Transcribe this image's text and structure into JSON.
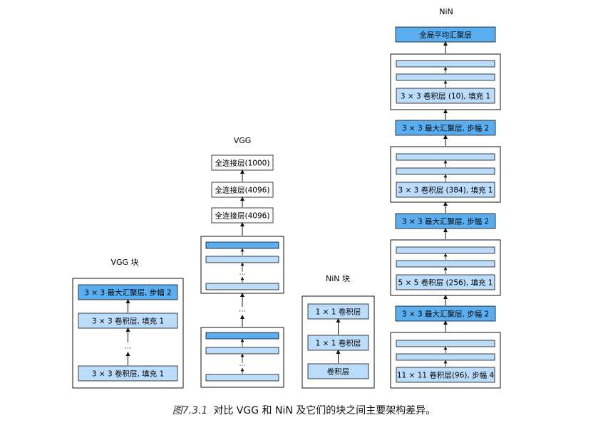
{
  "colors": {
    "dark_block": "#5aaef0",
    "light_block": "#bcdcfb",
    "white_block": "#ffffff",
    "stroke": "#111111"
  },
  "vgg_block": {
    "title": "VGG 块",
    "pool": "3 × 3 最大汇聚层, 步幅 2",
    "conv_top": "3 × 3 卷积层, 填充 1",
    "conv_bottom": "3 × 3 卷积层, 填充 1",
    "ellipsis": "⋯"
  },
  "vgg": {
    "title": "VGG",
    "fc": [
      "全连接层(1000)",
      "全连接层(4096)",
      "全连接层(4096)"
    ],
    "ellipsis": "⋯"
  },
  "nin_block": {
    "title": "NiN 块",
    "layers": [
      "1 × 1 卷积层",
      "1 × 1 卷积层",
      "卷积层"
    ]
  },
  "nin": {
    "title": "NiN",
    "gap": "全局平均汇聚层",
    "conv10": "3 × 3 卷积层 (10), 填充 1",
    "pool3": "3 × 3 最大汇聚层, 步幅 2",
    "conv384": "3 × 3 卷积层 (384), 填充 1",
    "pool2": "3 × 3 最大汇聚层, 步幅 2",
    "conv256": "5 × 5 卷积层 (256), 填充 1",
    "pool1": "3 × 3 最大汇聚层, 步幅 2",
    "conv96": "11 × 11 卷积层(96), 步幅 4"
  },
  "caption": {
    "figure_number": "图7.3.1",
    "text": "对比 VGG 和 NiN 及它们的块之间主要架构差异。"
  }
}
